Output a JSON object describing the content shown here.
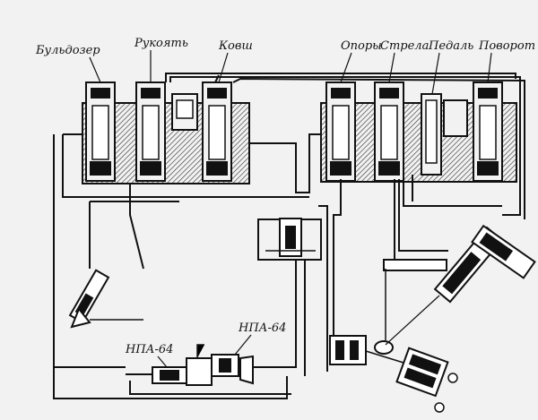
{
  "labels": {
    "bulldozer": "Бульдозер",
    "handle": "Рукоять",
    "bucket": "Ковш",
    "supports": "Опоры",
    "boom": "Стрела",
    "pedal": "Педаль",
    "swing": "Поворот",
    "pump_left": "НПА-64",
    "pump_right": "НПА-64"
  },
  "colors": {
    "ink": "#111111",
    "paper": "#f2f2f2"
  }
}
